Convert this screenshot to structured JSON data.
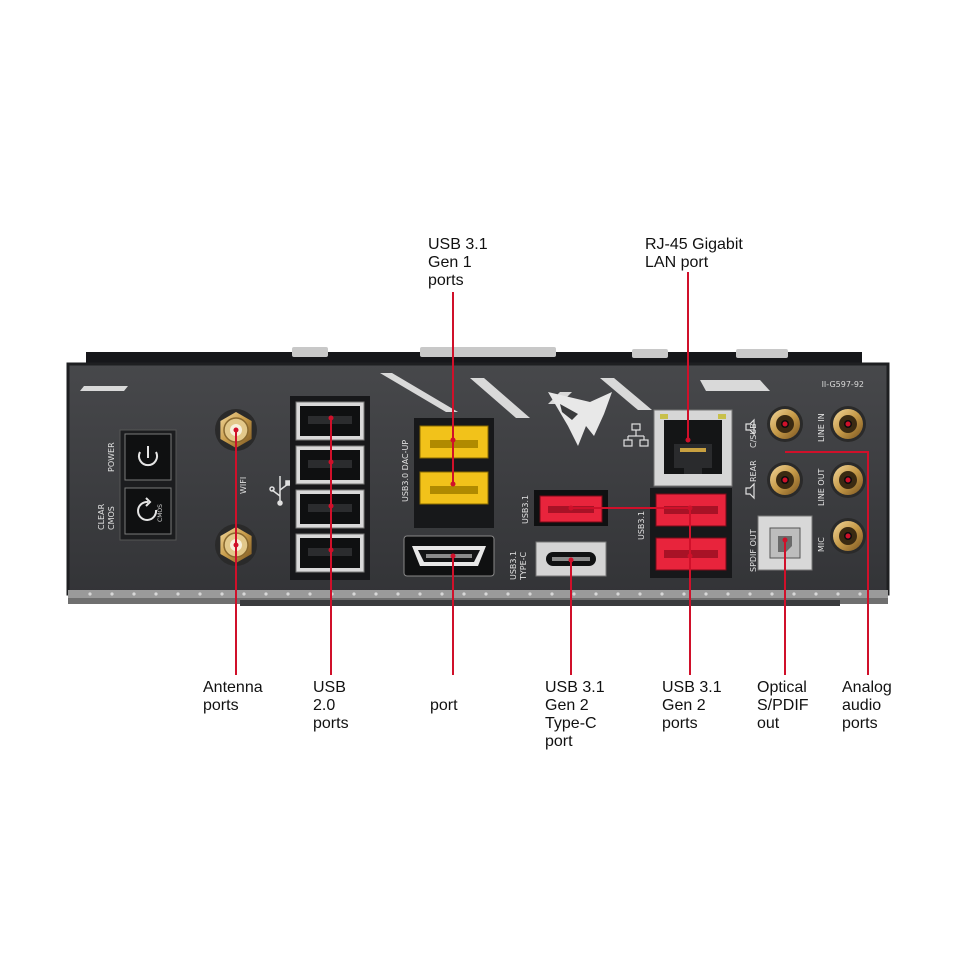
{
  "colors": {
    "background": "#ffffff",
    "panel": "#3a3b3d",
    "panel_edge": "#1e1f21",
    "rail": "#9a9a9a",
    "leader_line": "#d0102a",
    "usb31_gen1": "#f2c21a",
    "usb31_gen2": "#e8243c",
    "brass": "#c69a48"
  },
  "callouts": {
    "usb31_gen1": [
      "USB 3.1",
      "Gen 1",
      "ports"
    ],
    "rj45": [
      "RJ-45 Gigabit",
      "LAN port"
    ],
    "antenna": [
      "Antenna",
      "ports"
    ],
    "usb20": [
      "USB",
      "2.0",
      "ports"
    ],
    "hdmi": [
      "port"
    ],
    "typec": [
      "USB 3.1",
      "Gen 2",
      "Type-C",
      "port"
    ],
    "usb31_gen2": [
      "USB 3.1",
      "Gen 2",
      "ports"
    ],
    "spdif": [
      "Optical",
      "S/PDIF",
      "out"
    ],
    "audio": [
      "Analog",
      "audio",
      "ports"
    ]
  },
  "panel_labels": {
    "power": "POWER",
    "clear_cmos": [
      "CLEAR",
      "CMOS"
    ],
    "cmos_button": "CMOS",
    "wifi": "WIFI",
    "usb_dac": "USB3.0 DAC-UP",
    "usb31_upper": "USB3.1",
    "usb31_typec": [
      "USB3.1",
      "TYPE-C"
    ],
    "usb31_right": "USB3.1",
    "c_sub": "C/SUB",
    "rear": "REAR",
    "spdif_out": "SPDIF OUT",
    "line_in": "LINE IN",
    "line_out": "LINE OUT",
    "mic": "MIC",
    "model": "II-G597-92"
  },
  "icons": {
    "power": "power-icon",
    "reset": "reset-icon",
    "usb": "usb-trident-icon",
    "network": "network-icon",
    "speaker": "speaker-icon",
    "logo": "aorus-eagle-logo-icon"
  }
}
